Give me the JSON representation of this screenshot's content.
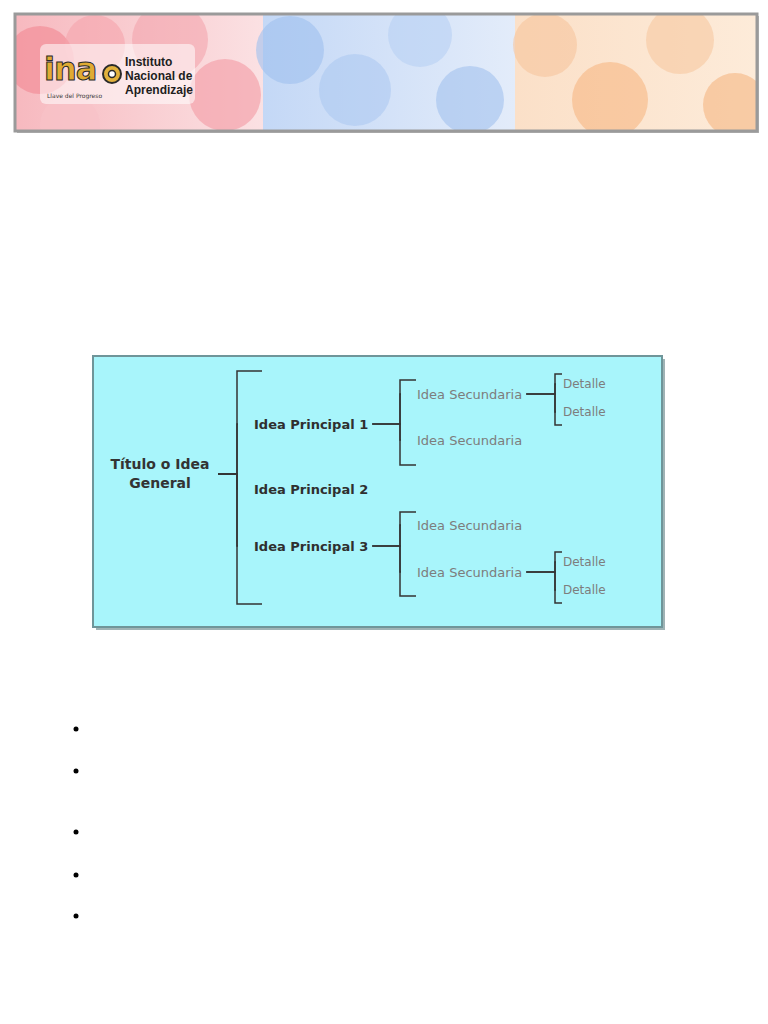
{
  "diagram": {
    "nodes": [
      {
        "text": [
          "Título o Idea General"
        ]
      },
      {
        "text": [
          "Idea Principal 1"
        ]
      },
      {
        "text": [
          "Idea Secundaria"
        ]
      },
      {
        "text": [
          "Detalle"
        ]
      },
      {
        "text": [
          "Detalle"
        ]
      },
      {
        "text": [
          "Idea Secundaria"
        ]
      },
      {
        "text": [
          "Idea Principal 2"
        ]
      },
      {
        "text": [
          "Idea Principal 3"
        ]
      },
      {
        "text": [
          "Idea Secundaria"
        ]
      },
      {
        "text": [
          "Idea Secundaria"
        ]
      },
      {
        "text": [
          "Detalle"
        ]
      },
      {
        "text": [
          "Detalle"
        ]
      }
    ],
    "edges": [
      {
        "from": 0,
        "to": 1,
        "arrow": "none"
      },
      {
        "from": 0,
        "to": 6,
        "arrow": "none"
      },
      {
        "from": 0,
        "to": 7,
        "arrow": "none"
      },
      {
        "from": 1,
        "to": 2,
        "arrow": "none"
      },
      {
        "from": 1,
        "to": 5,
        "arrow": "none"
      },
      {
        "from": 2,
        "to": 3,
        "arrow": "none"
      },
      {
        "from": 2,
        "to": 4,
        "arrow": "none"
      },
      {
        "from": 7,
        "to": 8,
        "arrow": "none"
      },
      {
        "from": 7,
        "to": 9,
        "arrow": "none"
      },
      {
        "from": 9,
        "to": 10,
        "arrow": "none"
      },
      {
        "from": 9,
        "to": 11,
        "arrow": "none"
      }
    ],
    "labels": [
      "ina",
      "Llave del Progreso",
      "Instituto Nacional de Aprendizaje"
    ]
  }
}
